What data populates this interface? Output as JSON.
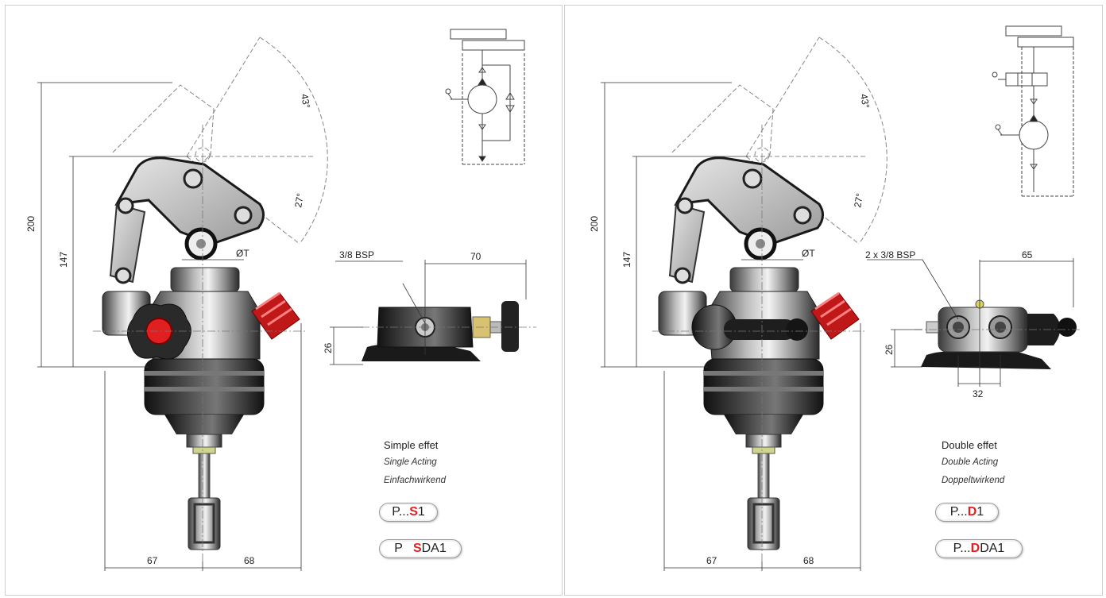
{
  "left": {
    "dims": {
      "height_total": "200",
      "height_pivot": "147",
      "angle_upper": "43°",
      "angle_lower": "27°",
      "bore": "ØT",
      "width_left": "67",
      "width_right": "68",
      "port": "3/8 BSP",
      "port_length": "70",
      "port_height": "26"
    },
    "type_fr": "Simple effet",
    "type_en": "Single Acting",
    "type_de": "Einfachwirkend",
    "codes": [
      {
        "prefix": "P...",
        "accent": "S",
        "suffix": "1"
      },
      {
        "prefix": "P   ",
        "accent": "S",
        "suffix": "DA1"
      }
    ]
  },
  "right": {
    "dims": {
      "height_total": "200",
      "height_pivot": "147",
      "angle_upper": "43°",
      "angle_lower": "27°",
      "bore": "ØT",
      "width_left": "67",
      "width_right": "68",
      "port": "2 x 3/8 BSP",
      "port_length": "65",
      "port_height": "26",
      "port_spacing": "32"
    },
    "type_fr": "Double effet",
    "type_en": "Double Acting",
    "type_de": "Doppeltwirkend",
    "codes": [
      {
        "prefix": "P...",
        "accent": "D",
        "suffix": "1"
      },
      {
        "prefix": "P...",
        "accent": "D",
        "suffix": "DA1"
      }
    ]
  },
  "colors": {
    "accent_red": "#e02020",
    "body_dark": "#2b2b2b",
    "body_mid": "#6e6e6e",
    "body_light": "#c8c8c8"
  }
}
